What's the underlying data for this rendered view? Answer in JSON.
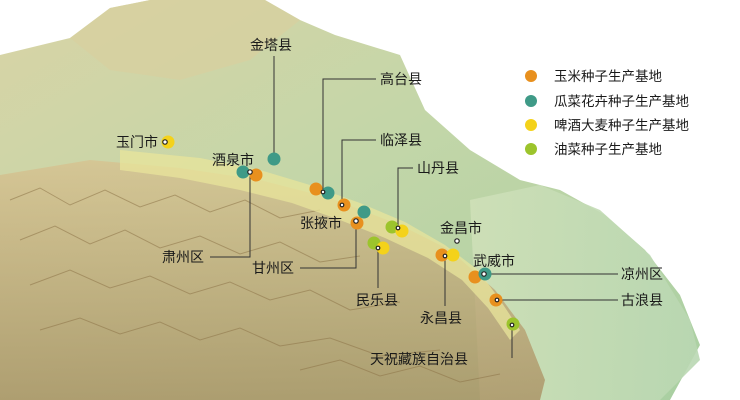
{
  "legend": {
    "items": [
      {
        "label": "玉米种子生产基地",
        "color": "#e8901e"
      },
      {
        "label": "瓜菜花卉种子生产基地",
        "color": "#3f9a87"
      },
      {
        "label": "啤酒大麦种子生产基地",
        "color": "#f4d21a"
      },
      {
        "label": "油菜种子生产基地",
        "color": "#9cc42c"
      }
    ]
  },
  "places": {
    "yumen": "玉门市",
    "jiuquan": "酒泉市",
    "jinta": "金塔县",
    "suzhou": "肃州区",
    "gaotai": "高台县",
    "linze": "临泽县",
    "shandan": "山丹县",
    "zhangye": "张掖市",
    "ganzhou": "甘州区",
    "minle": "民乐县",
    "jinchang": "金昌市",
    "yongchang": "永昌县",
    "wuwei": "武威市",
    "liangzhou": "凉州区",
    "gulang": "古浪县",
    "tianzhu": "天祝藏族自治县"
  },
  "colors": {
    "desert": "#dbd2a0",
    "plain": "#b8d3a3",
    "mountain": "#c7ad78",
    "corridor": "#e6e39a"
  }
}
